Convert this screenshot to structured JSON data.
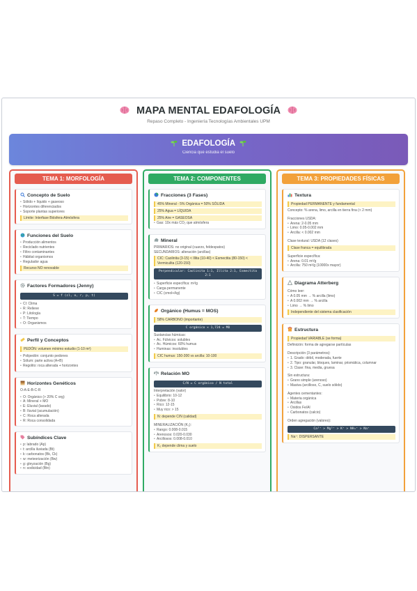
{
  "header": {
    "title": "MAPA MENTAL EDAFOLOGÍA",
    "subtitle": "Repaso Completo - Ingeniería Tecnologías Ambientales UPM"
  },
  "banner": {
    "title": "EDAFOLOGÍA",
    "subtitle": "Ciencia que estudia el suelo"
  },
  "columns": {
    "morfologia": {
      "header": "TEMA 1: MORFOLOGÍA",
      "concepto": {
        "title": "Concepto de Suelo",
        "items": [
          "Sólido + líquido + gaseoso",
          "Horizontes diferenciados",
          "Soporte plantas superiores"
        ],
        "highlight": "Límite: Interfase Biósfera-Atmósfera"
      },
      "funciones": {
        "title": "Funciones del Suelo",
        "items": [
          "Producción alimentos",
          "Reciclado nutrientes",
          "Filtro contaminantes",
          "Hábitat organismos",
          "Regulador agua"
        ],
        "highlight": "Recurso NO renovable"
      },
      "factores": {
        "title": "Factores Formadores (Jenny)",
        "formula": "S = f (cl, o, r, p, t)",
        "items": [
          "Cl: Clima",
          "R: Relieve",
          "P: Litología",
          "T: Tiempo",
          "O: Organismos"
        ]
      },
      "perfil": {
        "title": "Perfil y Conceptos",
        "highlight": "PEDÓN: volumen mínimo estudio (1-10 m²)",
        "items": [
          "Polipedón: conjunto pedones",
          "Sólum: parte activa (A+B)",
          "Regolito: roca alterada + horizontes"
        ]
      },
      "horizontes": {
        "title": "Horizontes Genéticos",
        "sequence": "O-A-E-B-C-R",
        "items": [
          "O: Orgánico (> 20% C org)",
          "A: Mineral + MO",
          "E: Eluvial (lavado)",
          "B: Iluvial (acumulación)",
          "C: Roca alterada",
          "R: Roca consolidada"
        ]
      },
      "subindices": {
        "title": "Subíndices Clave",
        "items": [
          "p: labrado (Ap)",
          "t: arcilla iluviada (Bt)",
          "k: carbonatos (Bk, Ck)",
          "w: meteorización (Bw)",
          "g: gleyzación (Bg)",
          "n: sodicidad (Btn)"
        ]
      }
    },
    "componentes": {
      "header": "TEMA 2: COMPONENTES",
      "funciones": {
        "title": "Fracciones (3 Fases)",
        "highlights": [
          "45% Mineral - 5% Orgánica = 50% SÓLIDA",
          "25% Agua = LÍQUIDA",
          "25% Aire = GASEOSA"
        ],
        "items": [
          "Gas: 10x más CO₂ que atmósfera"
        ]
      },
      "mineral": {
        "title": "Mineral",
        "lines": [
          "PRIMARIOS: no original (cuarzo, feldespatos)",
          "SECUNDARIOS: alteración (arcillas)"
        ],
        "highlight": "CIC: Caolinita (3-15) < Illita (10-40) < Esmectita (80-150) < Vermiculita (120-150)",
        "formula": "Perpendicular: Caolinita 1:1, Illita 2:1, Esmectita 2:1",
        "items": [
          "Superficie específica: m²/g",
          "Carga permanente",
          "CIC (cmol+/kg)"
        ]
      },
      "organico": {
        "title": "Orgánico (Humus = MOS)",
        "highlight": "58% CARBONO (importante)",
        "formula": "C orgánico × 1,724 = MO",
        "lines": [
          "Sustancias húmicas:"
        ],
        "items": [
          "Ác. Fúlvicos: solubles",
          "Ác. Húmicos: 60% humus",
          "Huminas: insolubles"
        ],
        "highlight2": "CIC humus: 150-300 vs arcilla: 10-100"
      },
      "relacion": {
        "title": "Relación MO",
        "formula": "C/N = C orgánico / N total",
        "lines": [
          "Interpretación (valor)"
        ],
        "items": [
          "Equilibrio: 10-12",
          "Pobre: 8-10",
          "Rico: 12-15",
          "Muy rico: > 15"
        ],
        "highlight": "N: depende C/N (calidad)",
        "mineral_title": "MINERALIZACIÓN (K₂):",
        "mineral_items": [
          "Rango: 0.008-0.015",
          "Arenosos: 0.020-0.030",
          "Arcillosos: 0.008-0.010"
        ],
        "highlight2": "K₂ depende clima y suelo"
      }
    },
    "fisicas": {
      "header": "TEMA 3: PROPIEDADES FÍSICAS",
      "textura": {
        "title": "Textura",
        "highlight": "Propiedad PERMANENTE y fundamental",
        "lines": [
          "Concepto: % arena, limo, arcilla en tierra fina (< 2 mm)"
        ],
        "usda_title": "Fracciones USDA:",
        "items": [
          "Arena: 2-0.05 mm",
          "Limo: 0.05-0.002 mm",
          "Arcilla: < 0.002 mm"
        ],
        "clase": "Clase textural: USDA (12 clases)",
        "highlight2": "Clase franca = equilibrada",
        "sup_title": "Superficie específica:",
        "sup_items": [
          "Arena: 0.01 m²/g",
          "Arcilla: 750 m²/g (10000x mayor)"
        ]
      },
      "diagrama": {
        "title": "Diagrama Atterberg",
        "lines": [
          "Cómo leer:"
        ],
        "items": [
          "A 0.05 mm → % arcilla (limo)",
          "A 0.002 mm → % arcilla",
          "Limo → % limo"
        ],
        "highlight": "Independiente del sistema clasificación"
      },
      "estructura": {
        "title": "Estructura",
        "highlight": "Propiedad VARIABLE (se forma)",
        "lines": [
          "Definición: forma de agregarse partículas"
        ],
        "desc_title": "Descripción (3 parámetros):",
        "desc_items": [
          "1. Grado: débil, moderada, fuerte",
          "2. Tipo: granular, bloques, laminar, prismática, columnar",
          "3. Clase: fina, media, gruesa"
        ],
        "sin_title": "Sin estructura:",
        "sin_items": [
          "Grano simple (arenoso)",
          "Masiva (arcilloso, C, suelo sólido)"
        ],
        "agentes_title": "Agentes cementantes:",
        "agentes_items": [
          "Materia orgánica",
          "Arcillas",
          "Óxidos Fe/Al",
          "Carbonatos (calcio)"
        ],
        "orden_title": "Orden agregación (valores):",
        "formula": "Ca²⁺ > Mg²⁺ > K⁺ > NH₄⁺ > Na⁺",
        "highlight2": "Na⁺: DISPERSANTE"
      }
    }
  }
}
